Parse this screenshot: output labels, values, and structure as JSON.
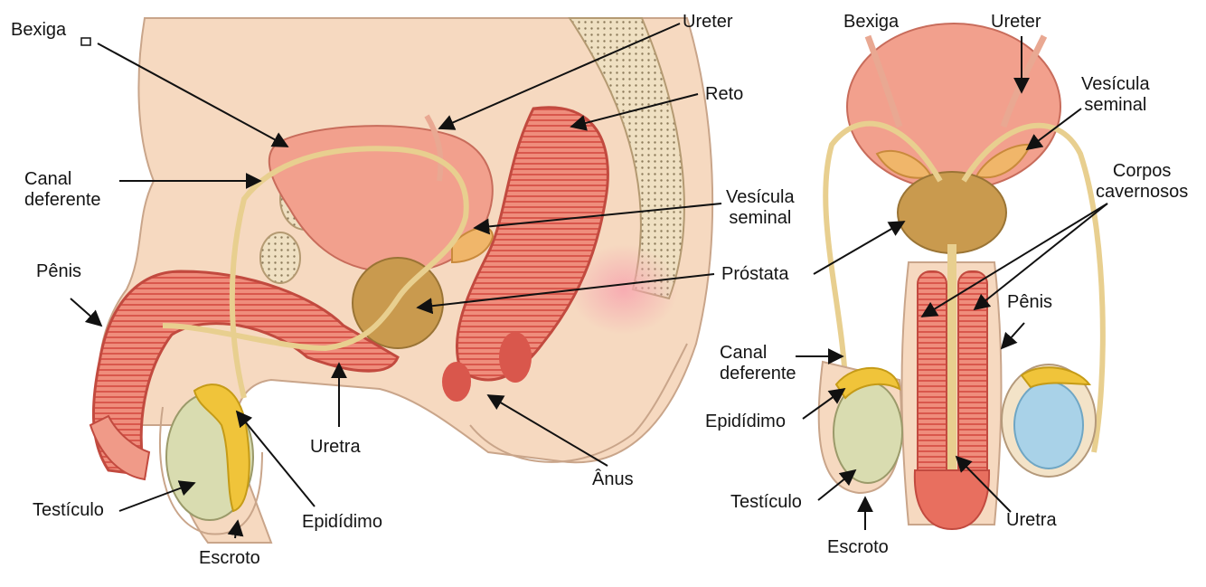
{
  "colors": {
    "background": "#ffffff",
    "skin": "#f6d9c0",
    "skin_outline": "#c9a58a",
    "tissue_pink": "#ef8d7c",
    "tissue_red": "#d9574c",
    "bladder": "#f2a08d",
    "prostate": "#c99a4e",
    "testis": "#d9dcb0",
    "epididymis": "#f0c43a",
    "duct": "#e8cf8f",
    "bone": "#f0e2c6",
    "leader": "#111111"
  },
  "sagittal_view": {
    "labels": {
      "bladder": "Bexiga",
      "ureter": "Ureter",
      "rectum": "Reto",
      "vas_deferens": [
        "Canal",
        "deferente"
      ],
      "seminal_vesicle": [
        "Vesícula",
        "seminal"
      ],
      "penis": "Pênis",
      "prostate": "Próstata",
      "urethra": "Uretra",
      "anus": "Ânus",
      "testicle": "Testículo",
      "epididymis": "Epidídimo",
      "scrotum": "Escroto"
    }
  },
  "frontal_view": {
    "labels": {
      "bladder": "Bexiga",
      "ureter": "Ureter",
      "seminal_vesicle": [
        "Vesícula",
        "seminal"
      ],
      "corpora_cavernosa": [
        "Corpos",
        "cavernosos"
      ],
      "penis": "Pênis",
      "vas_deferens": [
        "Canal",
        "deferente"
      ],
      "epididymis": "Epidídimo",
      "testicle": "Testículo",
      "scrotum": "Escroto",
      "urethra": "Uretra"
    }
  }
}
